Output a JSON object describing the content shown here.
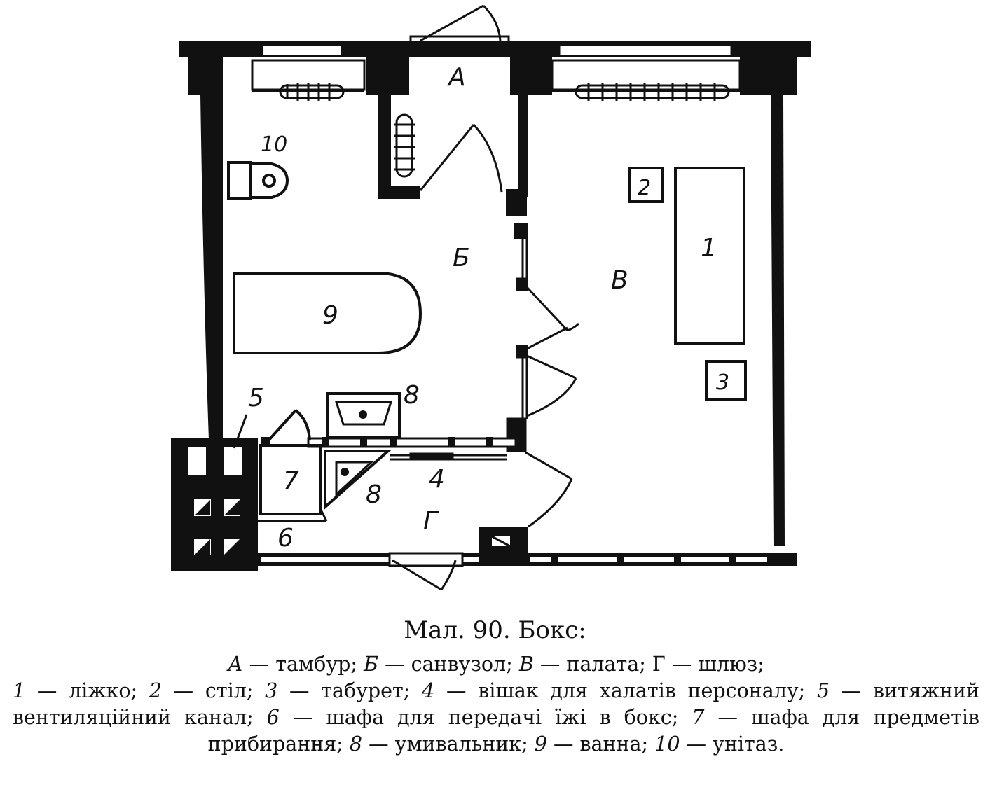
{
  "plan": {
    "rooms": {
      "a": "А",
      "b": "Б",
      "v": "В",
      "g": "Г"
    },
    "items": {
      "n1": "1",
      "n2": "2",
      "n3": "3",
      "n4": "4",
      "n5": "5",
      "n6": "6",
      "n7": "7",
      "n8a": "8",
      "n8b": "8",
      "n9": "9",
      "n10": "10"
    }
  },
  "caption": {
    "title": "Мал. 90. Бокс:",
    "legend": {
      "a_key": "А",
      "a_text": " — тамбур; ",
      "b_key": "Б",
      "b_text": " — санвузол; ",
      "v_key": "В",
      "v_text": " — палата; Г — шлюз;",
      "k1": "1",
      "t1": " — ліжко; ",
      "k2": "2",
      "t2": " — стіл; ",
      "k3": "3",
      "t3": " — табурет; ",
      "k4": "4",
      "t4": " — вішак для халатів персоналу; ",
      "k5": "5",
      "t5": " — витяжний",
      "t5b": "вентиляційний канал; ",
      "k6": "6",
      "t6": " — шафа для передачі їжі в бокс; ",
      "k7": "7",
      "t7": " — шафа для предметів",
      "t7b": "прибирання; ",
      "k8": "8",
      "t8": " — умивальник; ",
      "k9": "9",
      "t9": " — ванна; ",
      "k10": "10",
      "t10": " — унітаз."
    }
  }
}
